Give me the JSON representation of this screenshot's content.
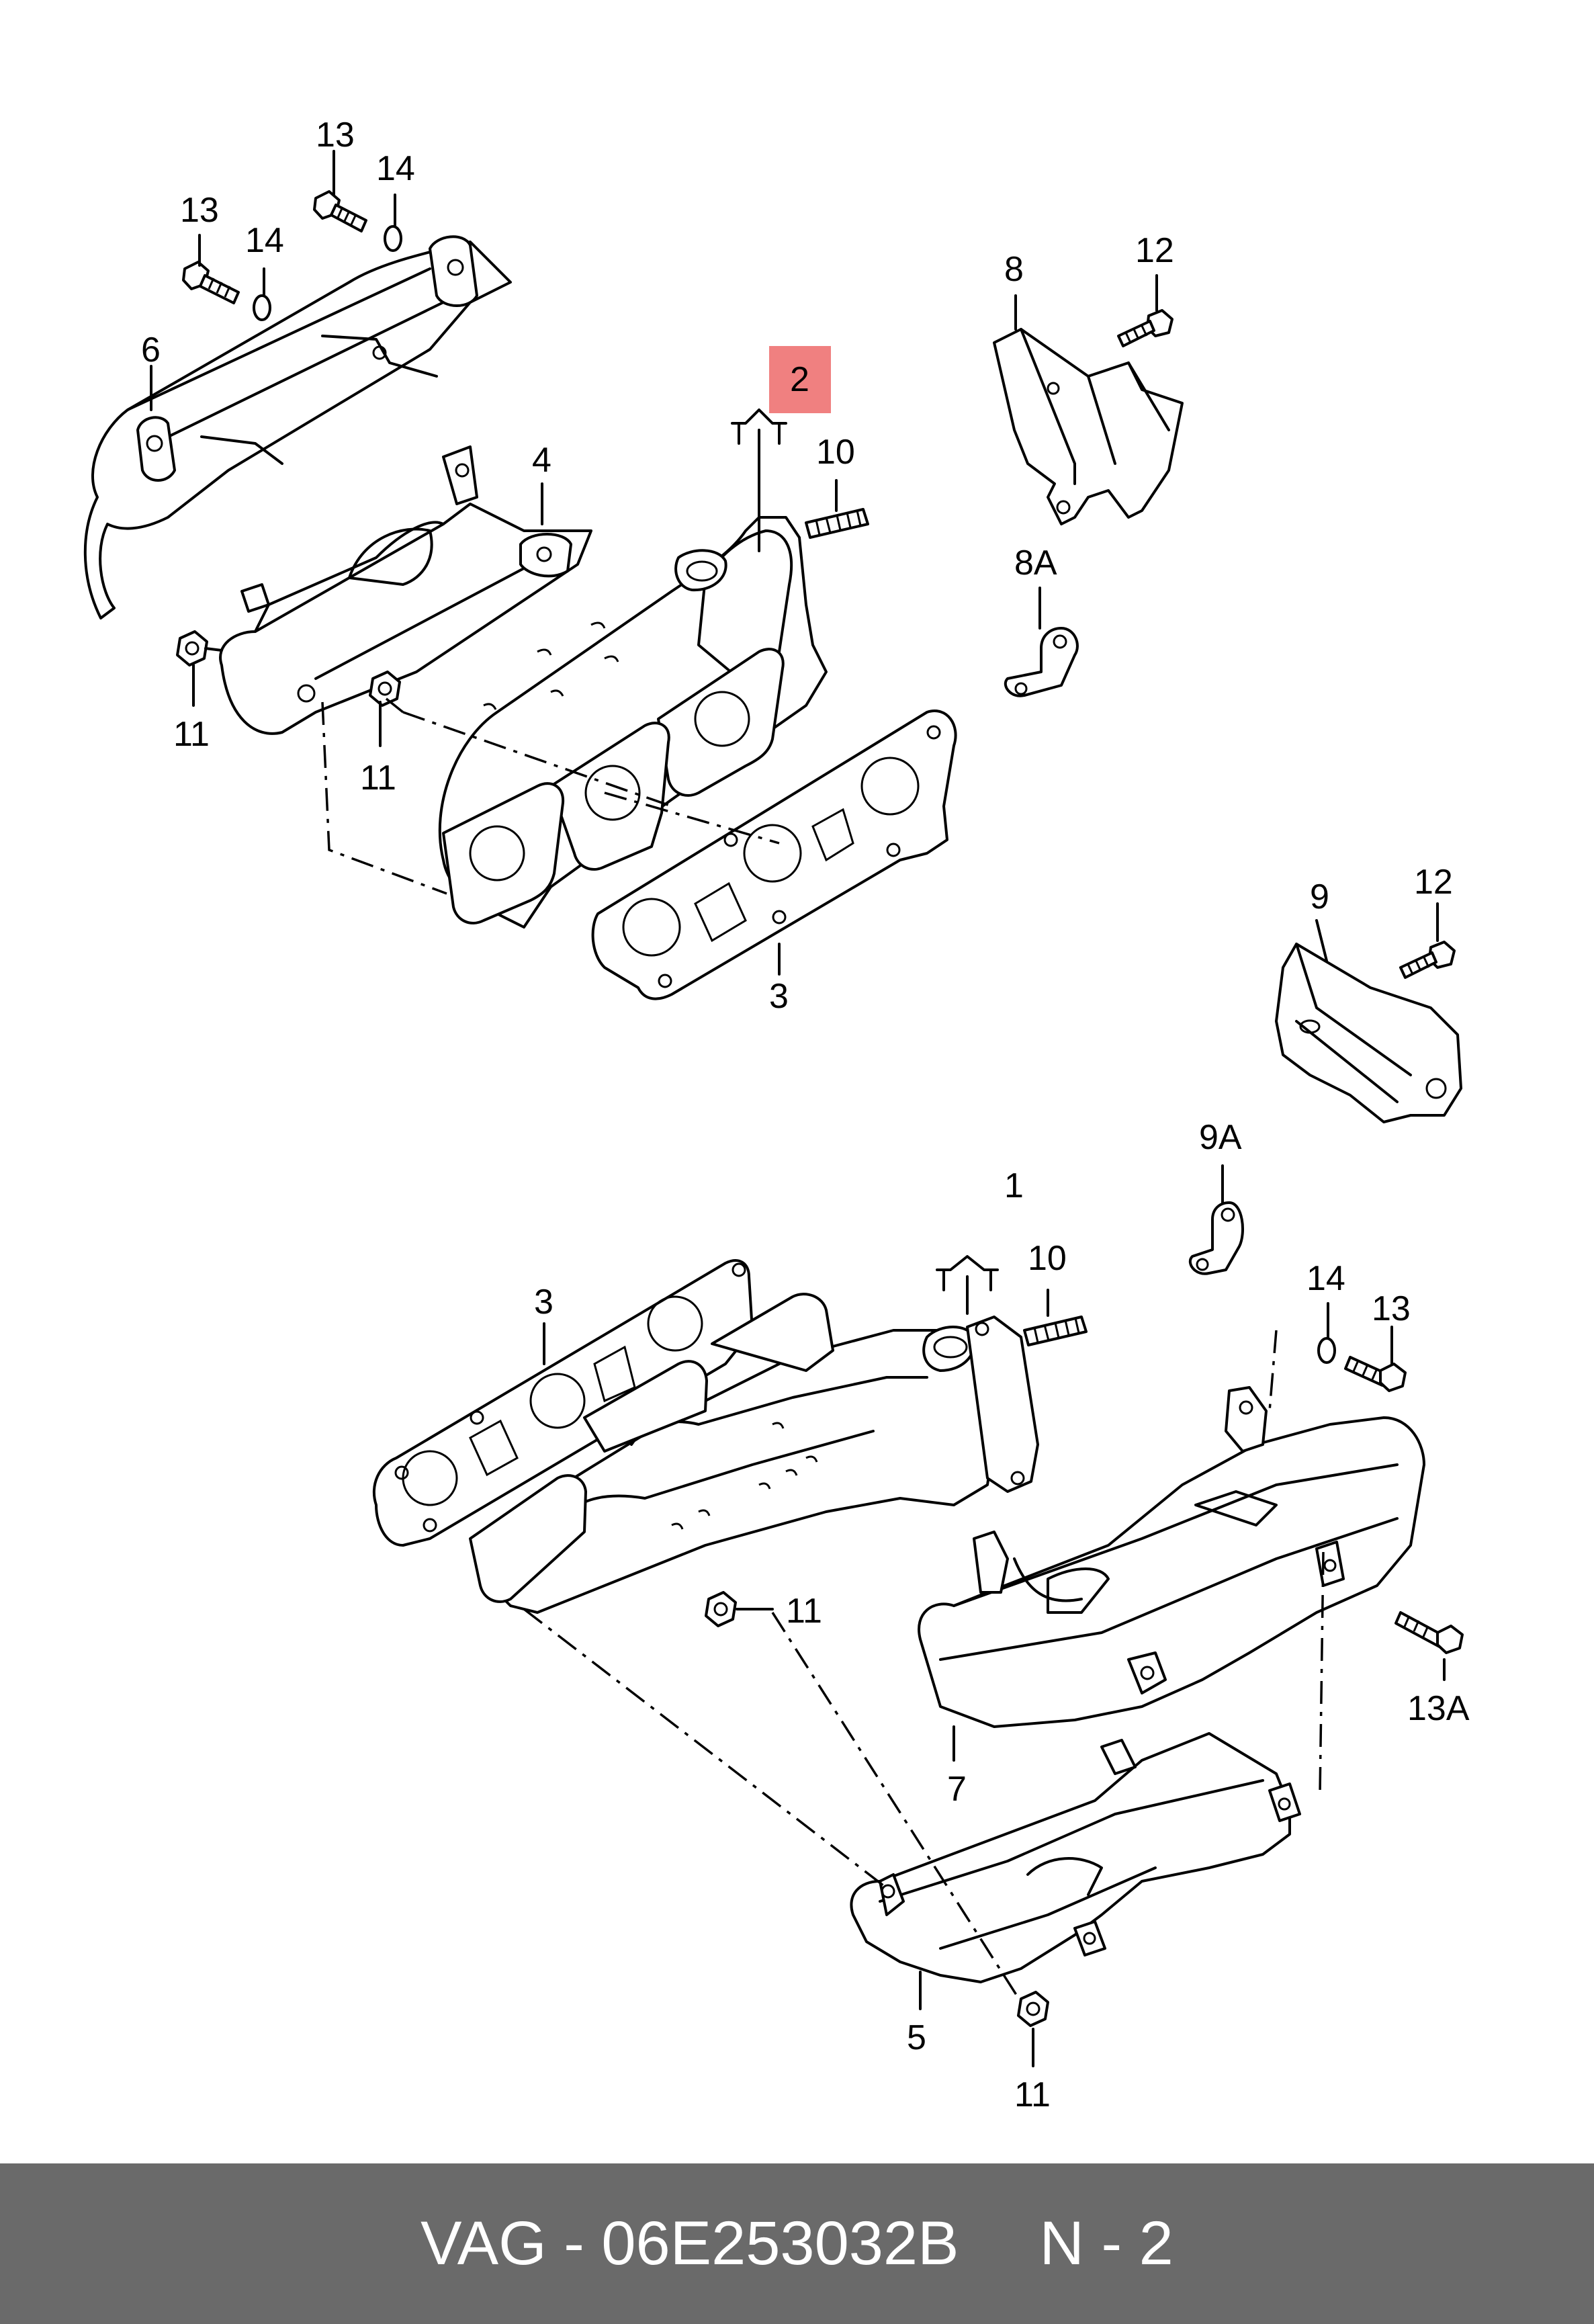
{
  "callouts": {
    "c1": "1",
    "c2": "2",
    "c3a": "3",
    "c3b": "3",
    "c4": "4",
    "c5": "5",
    "c6": "6",
    "c7": "7",
    "c8": "8",
    "c8a": "8A",
    "c9": "9",
    "c9a": "9A",
    "c10a": "10",
    "c10b": "10",
    "c11a": "11",
    "c11b": "11",
    "c11c": "11",
    "c11d": "11",
    "c12a": "12",
    "c12b": "12",
    "c13a": "13",
    "c13b": "13",
    "c13c": "13",
    "c13d": "13A",
    "c14a": "14",
    "c14b": "14",
    "c14c": "14"
  },
  "highlight_color": "#f08080",
  "footer": {
    "part_text": "VAG - 06E253032B",
    "page_text": "N - 2",
    "background": "#6a6a6a"
  }
}
